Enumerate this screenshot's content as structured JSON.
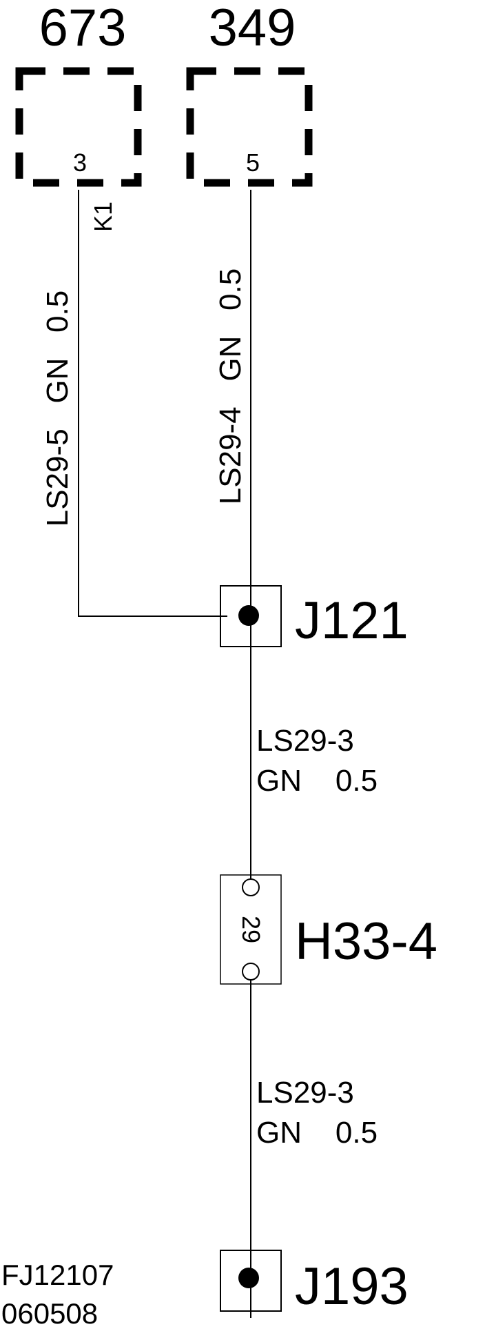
{
  "modules": [
    {
      "number": "673",
      "pin": "3"
    },
    {
      "number": "349",
      "pin": "5"
    }
  ],
  "k1_label": "K1",
  "wires": {
    "left_vertical": "LS29-5   GN   0.5",
    "right_vertical": "LS29-4   GN   0.5",
    "mid": {
      "id": "LS29-3",
      "spec": "GN    0.5"
    },
    "lower": {
      "id": "LS29-3",
      "spec": "GN    0.5"
    }
  },
  "splices": {
    "j121": "J121",
    "j193": "J193"
  },
  "connector": {
    "name": "H33-4",
    "pin": "29"
  },
  "footer": {
    "line1": "FJ12107",
    "line2": "060508"
  }
}
